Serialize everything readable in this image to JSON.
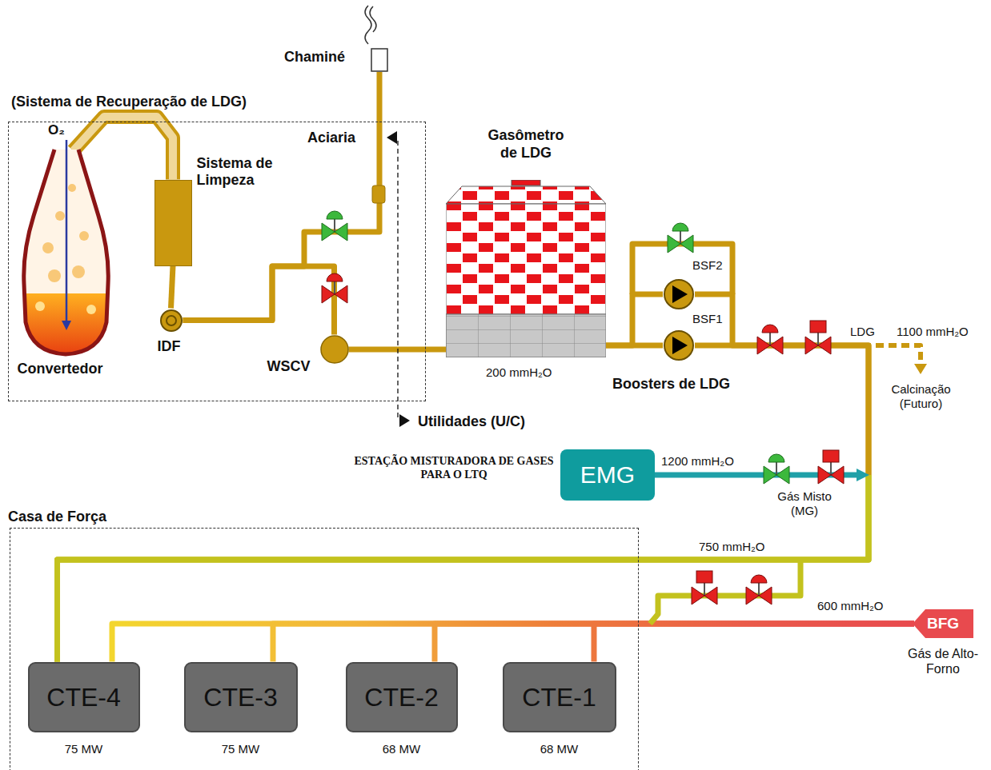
{
  "diagram": {
    "nodes": [
      {
        "text": [
          "(Sistema de Recuperação de LDG)"
        ]
      },
      {
        "text": [
          "Convertedor"
        ],
        "in": 0
      },
      {
        "text": [
          "Sistema de Limpeza"
        ],
        "in": 0
      },
      {
        "text": [
          "IDF"
        ],
        "in": 0
      },
      {
        "text": [
          "WSCV"
        ],
        "in": 0
      },
      {
        "text": [
          "Chaminé"
        ]
      },
      {
        "text": [
          "Gasômetro de LDG",
          "200 mmH₂O"
        ]
      },
      {
        "text": [
          "BSF2"
        ]
      },
      {
        "text": [
          "BSF1"
        ]
      },
      {
        "text": [
          "EMG"
        ]
      },
      {
        "text": [
          "Casa de Força"
        ]
      },
      {
        "text": [
          "CTE-4",
          "75 MW"
        ],
        "in": 10
      },
      {
        "text": [
          "CTE-3",
          "75 MW"
        ],
        "in": 10
      },
      {
        "text": [
          "CTE-2",
          "68 MW"
        ],
        "in": 10
      },
      {
        "text": [
          "CTE-1",
          "68 MW"
        ],
        "in": 10
      },
      {
        "text": [
          "BFG",
          "Gás de Alto-Forno"
        ]
      }
    ],
    "edges": [
      {
        "from": 1,
        "to": 2,
        "arrow": "none"
      },
      {
        "from": 2,
        "to": 3,
        "arrow": "none"
      },
      {
        "from": 3,
        "to": 5,
        "arrow": "none"
      },
      {
        "from": 3,
        "to": 4,
        "arrow": "none"
      },
      {
        "from": 4,
        "to": 6,
        "arrow": "none"
      },
      {
        "from": 6,
        "to": 8,
        "arrow": "none"
      },
      {
        "from": 6,
        "to": 7,
        "arrow": "none"
      },
      {
        "from": 8,
        "to": 11,
        "arrow": "none"
      },
      {
        "from": 7,
        "to": 11,
        "arrow": "none"
      },
      {
        "from": 9,
        "to": 11,
        "arrow": "none"
      },
      {
        "from": 15,
        "to": 11,
        "arrow": "none"
      },
      {
        "from": 15,
        "to": 12,
        "arrow": "none"
      },
      {
        "from": 15,
        "to": 13,
        "arrow": "none"
      },
      {
        "from": 15,
        "to": 14,
        "arrow": "none"
      }
    ],
    "labels": [
      "O₂",
      "Aciaria",
      "Utilidades (U/C)",
      "Boosters de LDG",
      "LDG",
      "1100 mmH₂O",
      "Calcinação (Futuro)",
      "ESTAÇÃO MISTURADORA DE GASES PARA O LTQ",
      "1200 mmH₂O",
      "Gás Misto (MG)",
      "750 mmH₂O",
      "600 mmH₂O"
    ]
  }
}
